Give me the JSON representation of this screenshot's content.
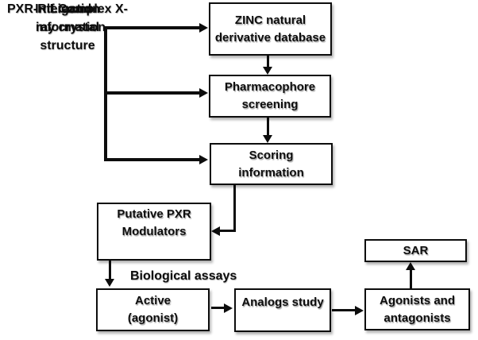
{
  "colors": {
    "ink": "#0d0d0d",
    "background": "#ffffff",
    "box_fill": "#ffffff",
    "shadow": "rgba(0,0,0,0.3)"
  },
  "left_labels": {
    "crystal_structure": [
      "PXR-Rif Complex X-",
      "ray crystal",
      "structure"
    ],
    "interaction": "Interaction",
    "ligand_information": [
      "Ligand",
      "information"
    ]
  },
  "boxes": {
    "zinc": [
      "ZINC natural",
      "derivative database"
    ],
    "pharmacophore": [
      "Pharmacophore",
      "screening"
    ],
    "scoring": [
      "Scoring",
      "information"
    ],
    "putative": [
      "Putative PXR",
      "Modulators"
    ],
    "active": [
      "Active",
      "(agonist)"
    ],
    "analogs": [
      "Analogs study"
    ],
    "agonists": [
      "Agonists and",
      "antagonists"
    ],
    "sar": [
      "SAR"
    ]
  },
  "annotations": {
    "biological_assays": "Biological assays"
  }
}
